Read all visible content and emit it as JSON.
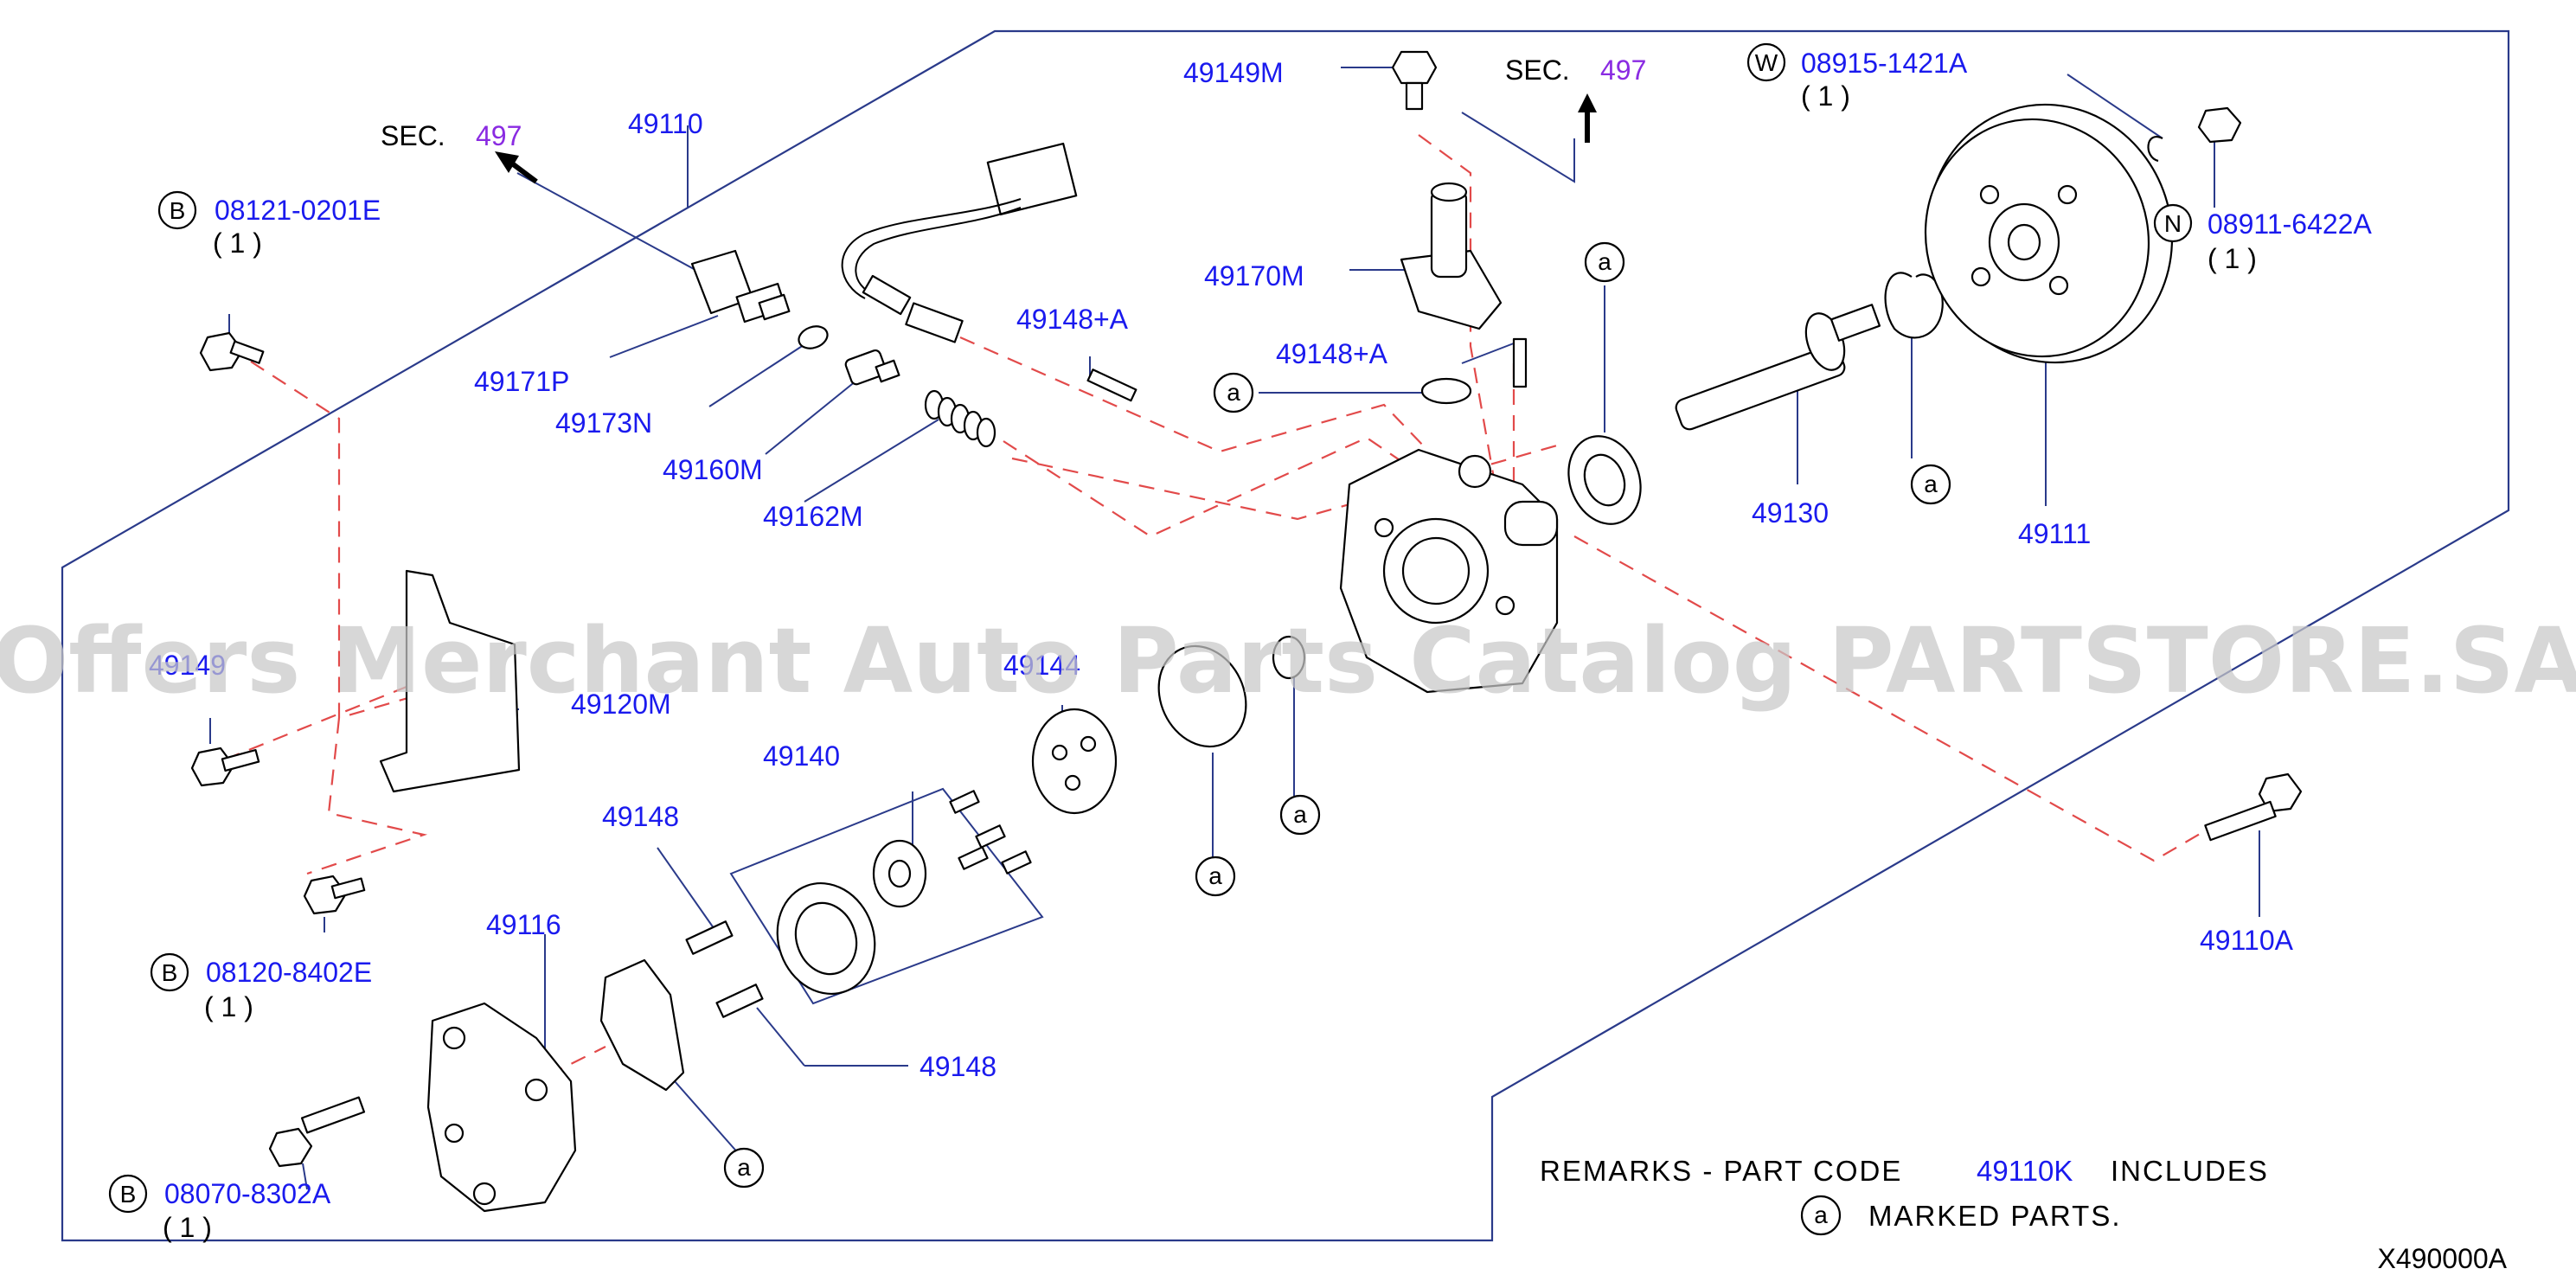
{
  "diagram": {
    "code": "X490000A",
    "section_label": "SEC.",
    "section_refs": [
      {
        "prefix": "SEC.",
        "num": "497"
      },
      {
        "prefix": "SEC.",
        "num": "497"
      }
    ],
    "parts": [
      {
        "number": "49110"
      },
      {
        "number": "49171P"
      },
      {
        "number": "49173N"
      },
      {
        "number": "49160M"
      },
      {
        "number": "49162M"
      },
      {
        "number": "49149M"
      },
      {
        "number": "49170M"
      },
      {
        "number": "49148+A"
      },
      {
        "number": "49148+A"
      },
      {
        "number": "49130"
      },
      {
        "number": "49111"
      },
      {
        "number": "49120M"
      },
      {
        "number": "49140"
      },
      {
        "number": "49148"
      },
      {
        "number": "49148"
      },
      {
        "number": "49116"
      },
      {
        "number": "49110A"
      },
      {
        "number": "49149"
      },
      {
        "number": "49144"
      }
    ],
    "fasteners": [
      {
        "letter": "B",
        "code": "08121-0201E",
        "qty": "( 1 )"
      },
      {
        "letter": "B",
        "code": "08120-8402E",
        "qty": "( 1 )"
      },
      {
        "letter": "B",
        "code": "08070-8302A",
        "qty": "( 1 )"
      },
      {
        "letter": "W",
        "code": "08915-1421A",
        "qty": "( 1 )"
      },
      {
        "letter": "N",
        "code": "08911-6422A",
        "qty": "( 1 )"
      }
    ],
    "marker_letter": "a",
    "remarks": {
      "line1_prefix": "REMARKS - PART CODE",
      "part_code": "49110K",
      "line1_suffix": "INCLUDES",
      "marker": "a",
      "line2": "MARKED PARTS."
    },
    "watermark": "Offers Merchant Auto Parts Catalog PARTSTORE.SA"
  }
}
